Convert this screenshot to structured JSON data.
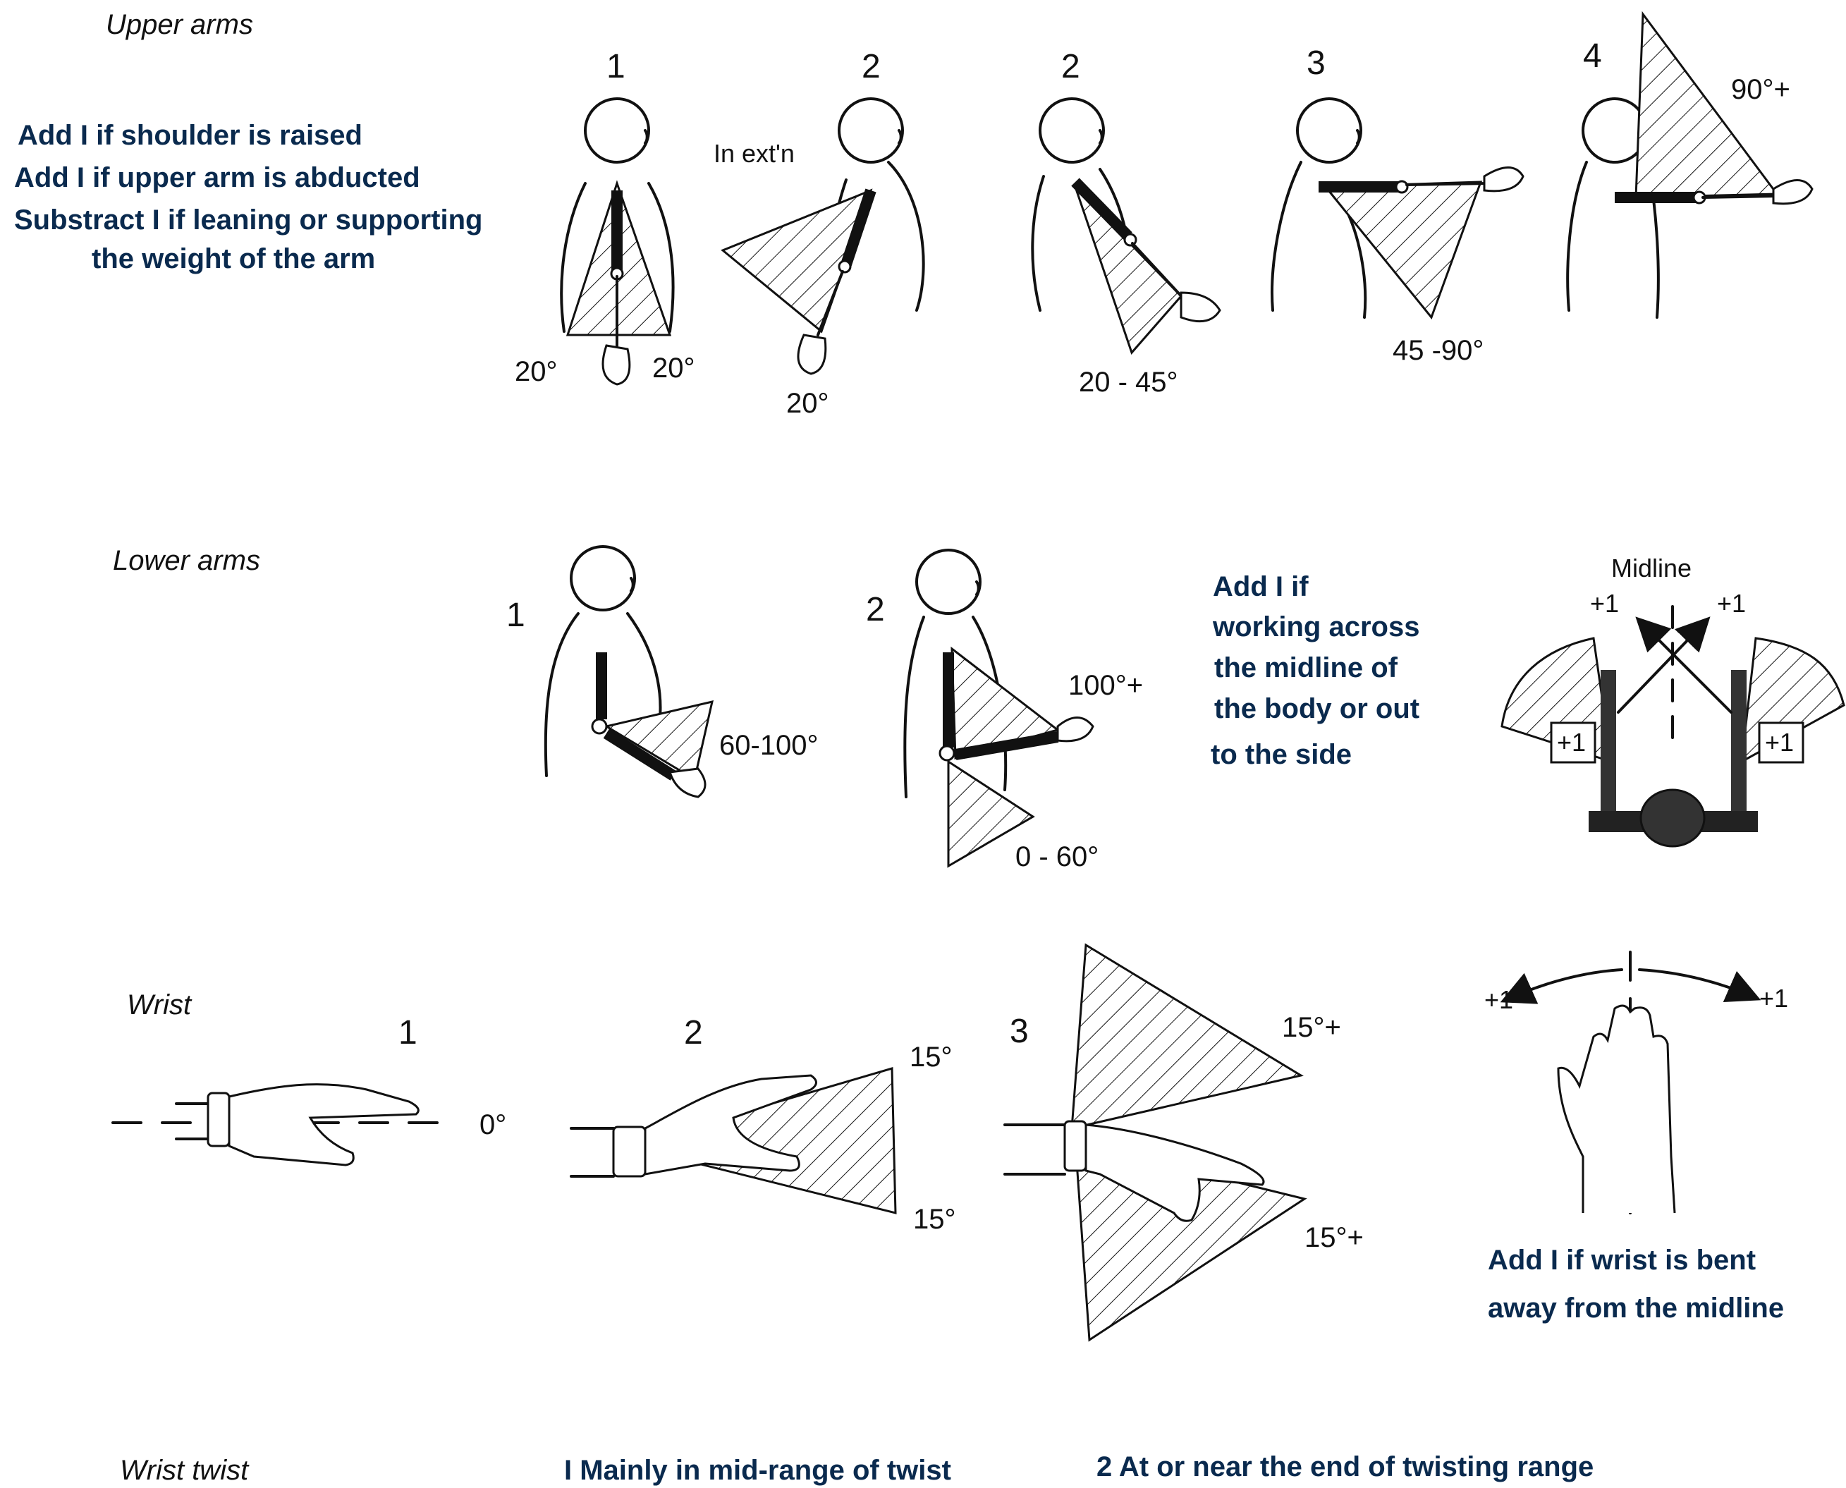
{
  "sections": {
    "upper_arms": {
      "title": "Upper arms",
      "notes": [
        "Add I if shoulder is raised",
        "Add I if upper arm is abducted",
        "Substract I if leaning or supporting",
        "the weight of the arm"
      ],
      "postures": [
        {
          "score": "1",
          "angles": [
            "20°",
            "20°"
          ]
        },
        {
          "score": "2",
          "tag": "In ext'n",
          "angles": [
            "20°"
          ]
        },
        {
          "score": "2",
          "angles": [
            "20 - 45°"
          ]
        },
        {
          "score": "3",
          "angles": [
            "45 -90°"
          ]
        },
        {
          "score": "4",
          "angles": [
            "90°+"
          ]
        }
      ]
    },
    "lower_arms": {
      "title": "Lower arms",
      "postures": [
        {
          "score": "1",
          "angles": [
            "60-100°"
          ]
        },
        {
          "score": "2",
          "angles": [
            "100°+",
            "0 - 60°"
          ]
        }
      ],
      "notes": [
        "Add I if",
        "working across",
        "the midline of",
        "the body or out",
        "to the side"
      ],
      "midline_label": "Midline",
      "plus_labels": [
        "+1",
        "+1",
        "+1",
        "+1"
      ]
    },
    "wrist": {
      "title": "Wrist",
      "postures": [
        {
          "score": "1",
          "angles": [
            "0°"
          ]
        },
        {
          "score": "2",
          "angles": [
            "15°",
            "15°"
          ]
        },
        {
          "score": "3",
          "angles": [
            "15°+",
            "15°+"
          ]
        }
      ],
      "plus_labels": [
        "+1",
        "+1"
      ],
      "notes": [
        "Add I if wrist is bent",
        "away from the midline"
      ]
    },
    "wrist_twist": {
      "title": "Wrist twist",
      "options": [
        "I  Mainly in mid-range of twist",
        "2  At or near the end of twisting range"
      ]
    }
  }
}
